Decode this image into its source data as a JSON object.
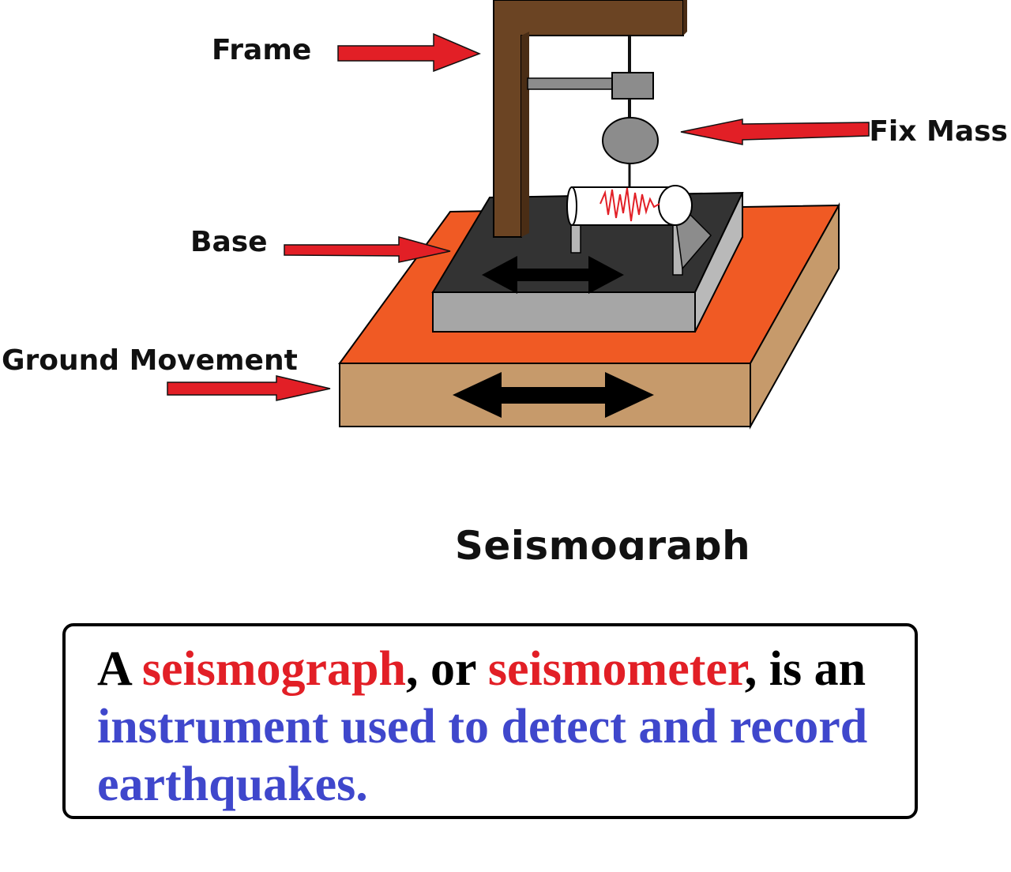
{
  "diagram": {
    "labels": {
      "frame": "Frame",
      "fix_mass": "Fix Mass",
      "base": "Base",
      "ground_movement": "Ground Movement"
    },
    "title": "Seismograph",
    "colors": {
      "frame": "#6b4423",
      "ground_top": "#f05a24",
      "ground_side": "#c69a6b",
      "base_top": "#333333",
      "base_side": "#a6a6a6",
      "mass": "#8c8c8c",
      "arrow": "#e21f26",
      "trace": "#e21f26"
    }
  },
  "definition": {
    "p1": "A ",
    "term1": "seismograph",
    "p2": ", or ",
    "term2": "seismometer",
    "p3": ", is an",
    "description": "instrument used to detect and record earthquakes."
  }
}
